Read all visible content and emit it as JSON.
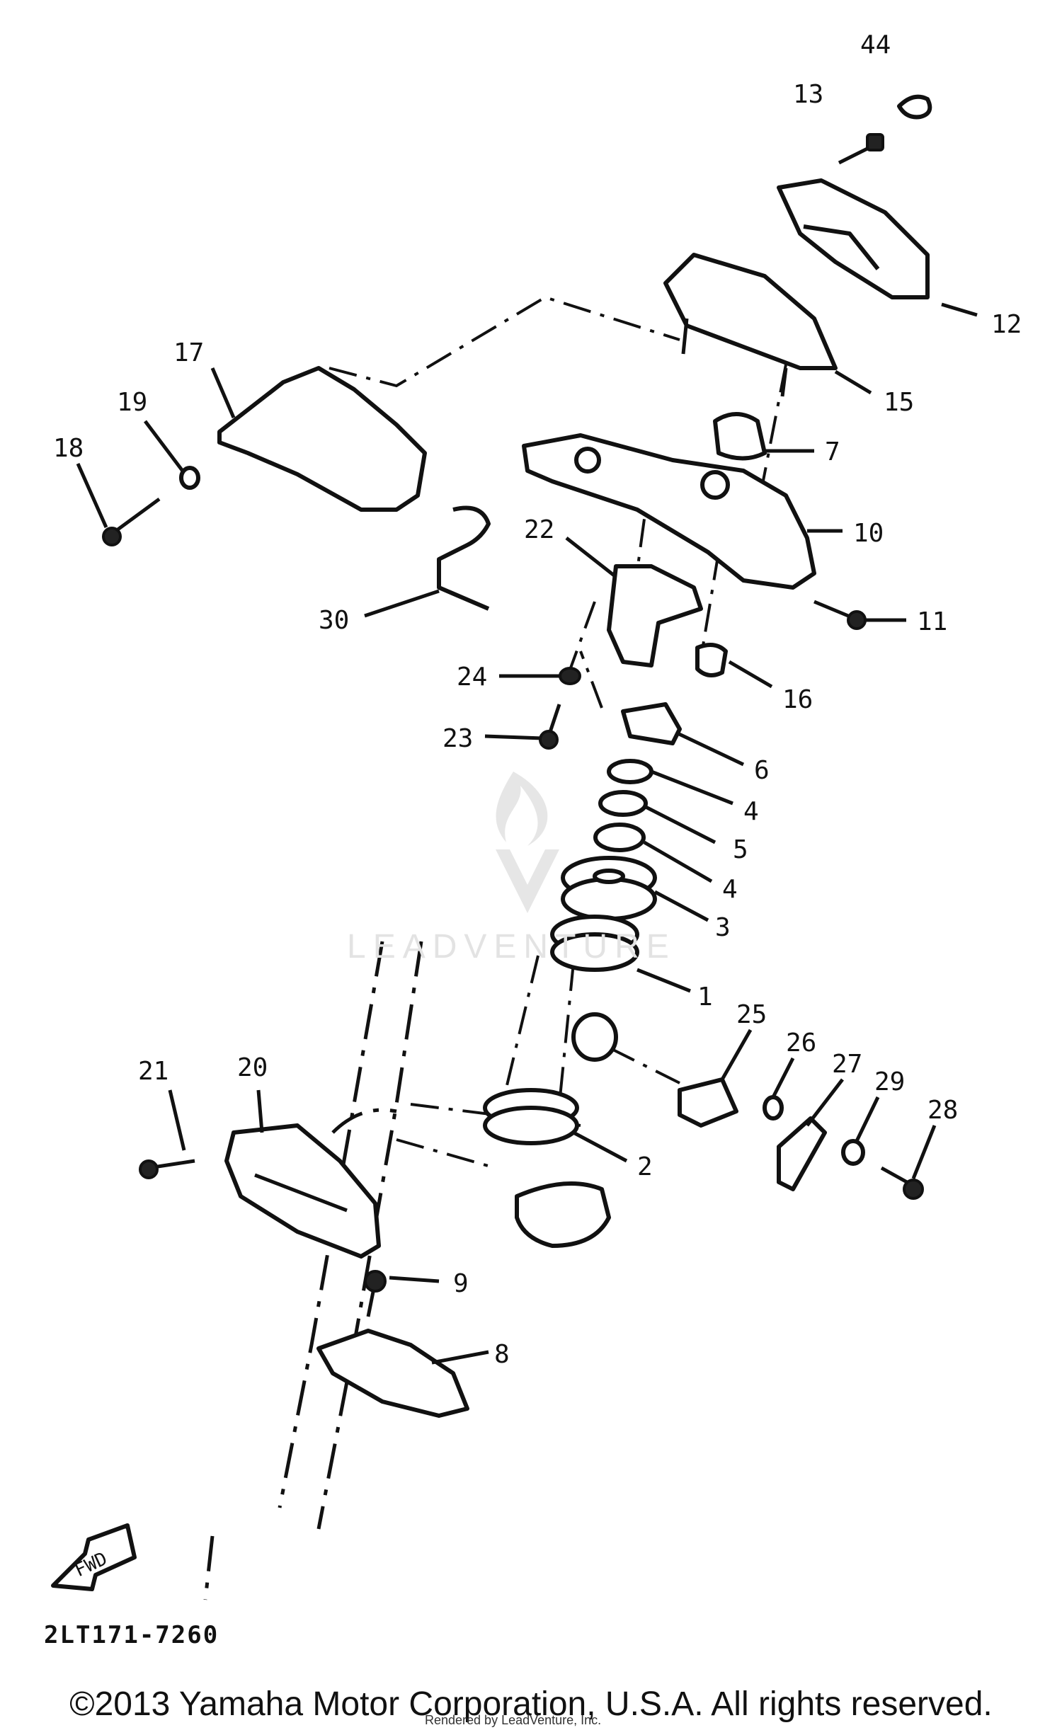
{
  "diagram": {
    "callouts": [
      "44",
      "13",
      "12",
      "15",
      "17",
      "19",
      "18",
      "7",
      "10",
      "22",
      "11",
      "30",
      "24",
      "16",
      "23",
      "6",
      "4",
      "5",
      "4",
      "3",
      "1",
      "25",
      "26",
      "27",
      "29",
      "28",
      "21",
      "20",
      "2",
      "9",
      "8"
    ],
    "fwd_label": "FWD",
    "watermark": "LEADVENTURE",
    "diagram_code": "2LT171-7260",
    "copyright": "©2013 Yamaha Motor Corporation, U.S.A. All rights reserved.",
    "rendered_by": "Rendered by LeadVenture, Inc."
  }
}
